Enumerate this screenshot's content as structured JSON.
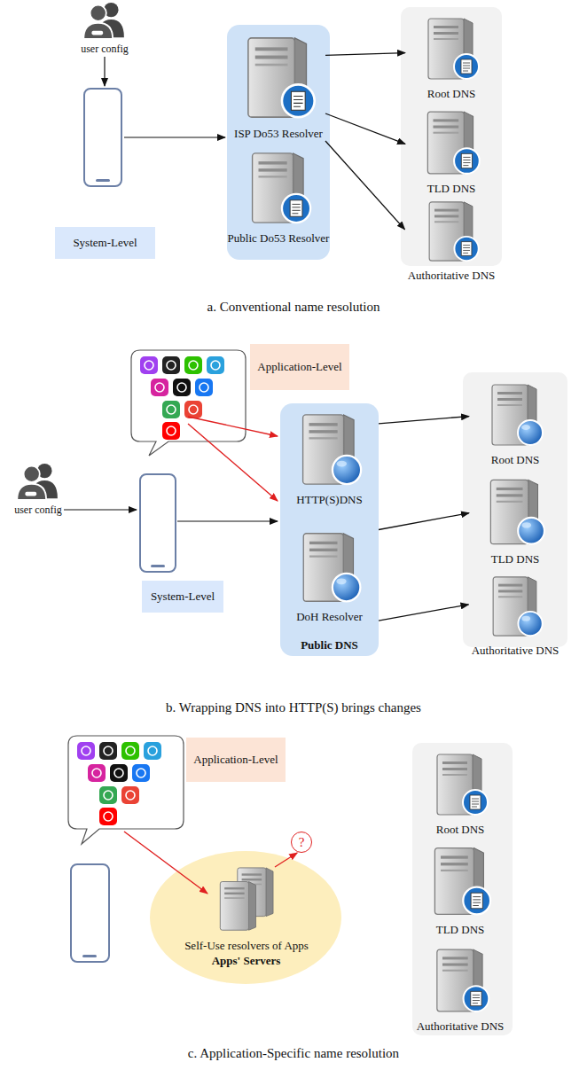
{
  "diagram": {
    "nodes": [
      {
        "text": [
          "user config"
        ]
      },
      {
        "text": [
          "System-Level"
        ]
      },
      {
        "text": [
          "ISP Do53 Resolver"
        ]
      },
      {
        "text": [
          "Public Do53 Resolver"
        ]
      },
      {
        "text": [
          "Root DNS"
        ]
      },
      {
        "text": [
          "TLD DNS"
        ]
      },
      {
        "text": [
          "Authoritative DNS"
        ]
      },
      {
        "text": [
          "Application-Level"
        ]
      },
      {
        "text": [
          "user config"
        ]
      },
      {
        "text": [
          "System-Level"
        ]
      },
      {
        "text": [
          "Public DNS"
        ]
      },
      {
        "text": [
          "HTTP(S)DNS"
        ],
        "in": 10
      },
      {
        "text": [
          "DoH Resolver"
        ],
        "in": 10
      },
      {
        "text": [
          "Root DNS"
        ]
      },
      {
        "text": [
          "TLD DNS"
        ]
      },
      {
        "text": [
          "Authoritative DNS"
        ]
      },
      {
        "text": [
          "Application-Level"
        ]
      },
      {
        "text": [
          "Apps' Servers"
        ]
      },
      {
        "text": [
          "Self-Use resolvers of Apps"
        ],
        "in": 17
      },
      {
        "text": [
          "?"
        ]
      },
      {
        "text": [
          "Root DNS"
        ]
      },
      {
        "text": [
          "TLD DNS"
        ]
      },
      {
        "text": [
          "Authoritative DNS"
        ]
      }
    ],
    "edges": [
      {
        "from": 2,
        "to": 4,
        "arrow": "to"
      },
      {
        "from": 2,
        "to": 5,
        "arrow": "to"
      },
      {
        "from": 2,
        "to": 6,
        "arrow": "to"
      },
      {
        "from": 10,
        "to": 13,
        "arrow": "to"
      },
      {
        "from": 10,
        "to": 14,
        "arrow": "to"
      },
      {
        "from": 10,
        "to": 15,
        "arrow": "to"
      },
      {
        "from": 18,
        "to": 19,
        "arrow": "to"
      }
    ],
    "labels": [
      "a. Conventional name resolution",
      "b. Wrapping DNS into HTTP(S) brings changes",
      "c. Application-Specific name resolution"
    ]
  }
}
